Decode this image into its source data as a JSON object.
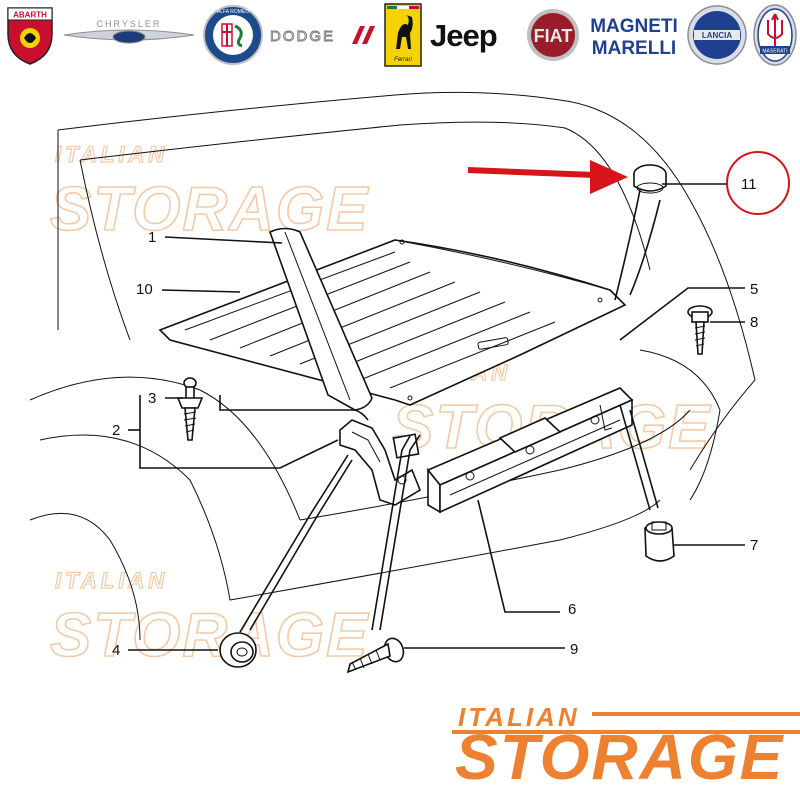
{
  "brands": [
    {
      "name": "abarth",
      "text": "ABARTH",
      "color": "#c8102e"
    },
    {
      "name": "chrysler",
      "text": "CHRYSLER",
      "color": "#8a8f96"
    },
    {
      "name": "alfa-romeo",
      "text": "ALFA ROMEO",
      "color": "#1c4a8a"
    },
    {
      "name": "dodge",
      "text": "DODGE",
      "color": "#c8102e"
    },
    {
      "name": "ferrari",
      "text": "Ferrari",
      "color": "#f6d300"
    },
    {
      "name": "jeep",
      "text": "Jeep",
      "color": "#111111"
    },
    {
      "name": "fiat",
      "text": "FIAT",
      "color": "#9a1b2a"
    },
    {
      "name": "magneti-marelli",
      "text": "MAGNETI MARELLI",
      "color": "#1f3f8f"
    },
    {
      "name": "lancia",
      "text": "LANCIA",
      "color": "#1f3f8f"
    },
    {
      "name": "maserati",
      "text": "MASERATI",
      "color": "#1f3f8f"
    }
  ],
  "callouts": [
    "1",
    "2",
    "3",
    "4",
    "5",
    "6",
    "7",
    "8",
    "9",
    "10",
    "11"
  ],
  "highlight": {
    "number": "11",
    "color": "#d8141b"
  },
  "watermark": {
    "line1": "ITALIAN",
    "line2": "STORAGE",
    "color": "#f6c9a6"
  },
  "footer": {
    "line1": "ITALIAN",
    "line2": "STORAGE",
    "color": "#ee8130"
  }
}
